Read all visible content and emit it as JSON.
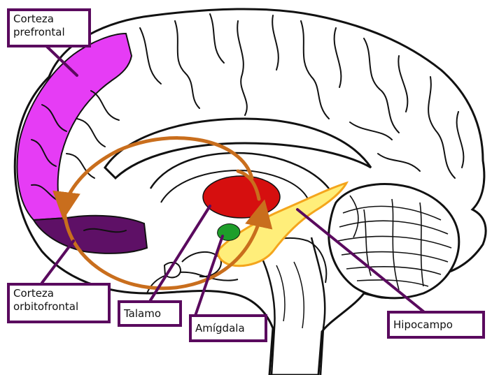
{
  "labels": {
    "prefrontal": {
      "line1": "Corteza",
      "line2": "prefrontal"
    },
    "orbitofrontal": {
      "line1": "Corteza",
      "line2": "orbitofrontal"
    },
    "talamo": "Talamo",
    "amigdala": "Amígdala",
    "hipocampo": "Hipocampo"
  },
  "colors": {
    "prefrontal_region": "#e63cf5",
    "orbitofrontal_region": "#5e1066",
    "thalamus": "#d60f0f",
    "amygdala": "#1e9e2a",
    "hippocampus": "#ffee7a",
    "hippocampus_outline": "#f4a51c",
    "circuit_arrow": "#c96e1d",
    "label_border": "#5a0a5e",
    "brain_outline": "#111111"
  }
}
